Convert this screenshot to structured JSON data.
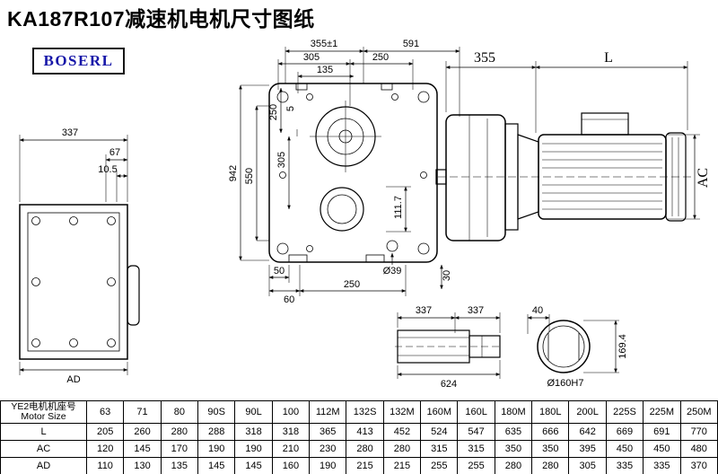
{
  "page": {
    "title": "KA187R107减速机电机尺寸图纸",
    "brand": "BOSERL"
  },
  "drawing": {
    "front": {
      "dim_355_1": "355±1",
      "dim_591": "591",
      "dim_305_top": "305",
      "dim_250_top": "250",
      "dim_135": "135",
      "dim_250_left": "250",
      "dim_5": "5",
      "dim_305_left": "305",
      "dim_550": "550",
      "dim_942": "942",
      "dim_111_7": "111.7",
      "dim_50_bottom": "50",
      "dim_60": "60",
      "dim_250_bottom": "250",
      "dim_dia39": "Ø39",
      "dim_30": "30"
    },
    "left": {
      "dim_337": "337",
      "dim_67": "67",
      "dim_10_5": "10.5",
      "dim_ad": "AD"
    },
    "right": {
      "dim_355": "355",
      "dim_l": "L",
      "dim_ac": "AC"
    },
    "shaft": {
      "dim_337_a": "337",
      "dim_337_b": "337",
      "dim_624": "624"
    },
    "flange": {
      "dim_40": "40",
      "dim_169_4": "169.4",
      "dim_dia160": "Ø160H7"
    }
  },
  "table": {
    "header_cn": "YE2电机机座号",
    "header_en": "Motor Size",
    "sizes": [
      "63",
      "71",
      "80",
      "90S",
      "90L",
      "100",
      "112M",
      "132S",
      "132M",
      "160M",
      "160L",
      "180M",
      "180L",
      "200L",
      "225S",
      "225M",
      "250M"
    ],
    "rows": [
      {
        "label": "L",
        "values": [
          "205",
          "260",
          "280",
          "288",
          "318",
          "318",
          "365",
          "413",
          "452",
          "524",
          "547",
          "635",
          "666",
          "642",
          "669",
          "691",
          "770"
        ]
      },
      {
        "label": "AC",
        "values": [
          "120",
          "145",
          "170",
          "190",
          "190",
          "210",
          "230",
          "280",
          "280",
          "315",
          "315",
          "350",
          "350",
          "395",
          "450",
          "450",
          "480"
        ]
      },
      {
        "label": "AD",
        "values": [
          "110",
          "130",
          "135",
          "145",
          "145",
          "160",
          "190",
          "215",
          "215",
          "255",
          "255",
          "280",
          "280",
          "305",
          "335",
          "335",
          "370"
        ]
      }
    ]
  }
}
